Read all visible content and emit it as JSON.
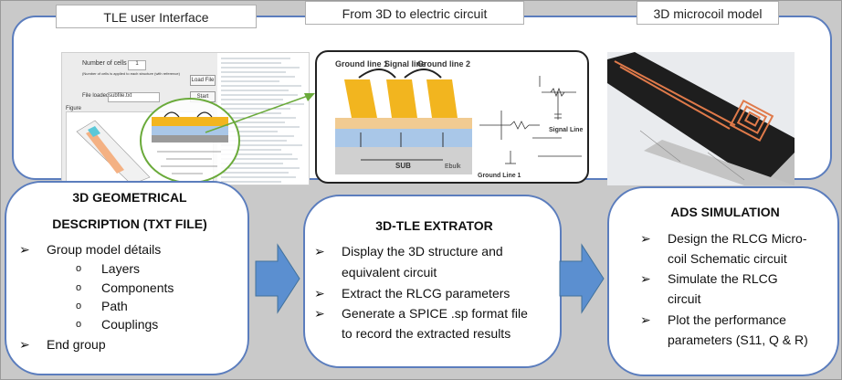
{
  "tabs": {
    "ui": "TLE user Interface",
    "circuit": "From 3D to electric circuit",
    "model": "3D microcoil model"
  },
  "ui_shot": {
    "cells_label": "Number of cells :",
    "cells_value": "1",
    "hint": "(Number of cells is applied to each structure (with reference)",
    "load_button": "Load File",
    "file_label": "File loaded",
    "file_value": "subfile.txt",
    "start_button": "Start",
    "figure_label": "Figure"
  },
  "circuit_shot": {
    "ground1": "Ground line 1",
    "signal": "Signal line",
    "ground2": "Ground line 2",
    "sub": "SUB",
    "ebulk": "Ebulk",
    "ground_line_label": "Ground Line 1",
    "signal_line_label": "Signal Line"
  },
  "box1": {
    "title_line1": "3D GEOMETRICAL",
    "title_line2": "DESCRIPTION (TXT FILE)",
    "items": [
      "Group model détails",
      "End group"
    ],
    "subitems": [
      "Layers",
      "Components",
      "Path",
      "Couplings"
    ],
    "bullet": "➢",
    "sub_bullet": "o"
  },
  "box2": {
    "title": "3D-TLE EXTRATOR",
    "items": [
      "Display the 3D structure and",
      "equivalent circuit",
      "Extract the RLCG parameters",
      "Generate a SPICE .sp format file",
      "to record the extracted results"
    ]
  },
  "box3": {
    "title": "ADS SIMULATION",
    "items": [
      "Design the RLCG Micro-",
      "coil Schematic circuit",
      "Simulate the RLCG",
      "circuit",
      "Plot the performance",
      "parameters (S11, Q & R)"
    ]
  },
  "colors": {
    "panel_border": "#5b7dbd",
    "arrow_fill": "#5b8fd0",
    "metal": "#f2b51f",
    "oxide": "#a9c7e8",
    "callout": "#6aaa3a"
  }
}
